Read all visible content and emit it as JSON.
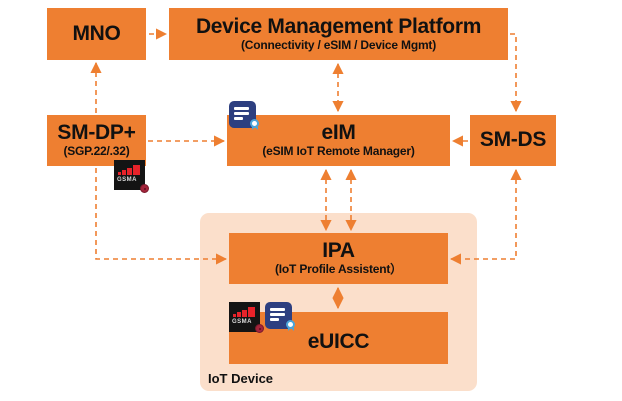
{
  "colors": {
    "box_fill": "#ee7f31",
    "arrow": "#ee7f31",
    "device_bg": "#fbdfcb",
    "cert_icon": "#2d3f80",
    "ribbon": "#4aa5d9",
    "gsma_bg": "#141414",
    "gsma_red": "#e8232a"
  },
  "nodes": {
    "mno": {
      "title": "MNO"
    },
    "dmp": {
      "title": "Device Management Platform",
      "subtitle": "(Connectivity / eSIM / Device Mgmt)"
    },
    "smdp": {
      "title": "SM-DP+",
      "subtitle": "(SGP.22/.32)"
    },
    "eim": {
      "title": "eIM",
      "subtitle": "(eSIM IoT Remote Manager)"
    },
    "smds": {
      "title": "SM-DS"
    },
    "ipa": {
      "title": "IPA",
      "subtitle": "(IoT Profile Assistent）"
    },
    "euicc": {
      "title": "eUICC"
    }
  },
  "container": {
    "label": "IoT Device"
  },
  "badges": {
    "gsma_text": "GSMA"
  },
  "edges": [
    {
      "from": "mno",
      "to": "dmp",
      "style": "dashed",
      "direction": "forward"
    },
    {
      "from": "smdp",
      "to": "mno",
      "style": "dashed",
      "direction": "forward"
    },
    {
      "from": "dmp",
      "to": "eim",
      "style": "dashed",
      "direction": "both"
    },
    {
      "from": "dmp",
      "to": "smds",
      "style": "dashed",
      "direction": "forward"
    },
    {
      "from": "smdp",
      "to": "eim",
      "style": "dashed",
      "direction": "forward"
    },
    {
      "from": "smds",
      "to": "eim",
      "style": "dashed",
      "direction": "forward"
    },
    {
      "from": "eim",
      "to": "ipa",
      "style": "dashed",
      "direction": "both"
    },
    {
      "from": "eim",
      "to": "ipa",
      "style": "dashed",
      "direction": "both"
    },
    {
      "from": "smdp",
      "to": "ipa",
      "style": "dashed",
      "direction": "forward"
    },
    {
      "from": "smds",
      "to": "ipa",
      "style": "dashed",
      "direction": "both"
    },
    {
      "from": "ipa",
      "to": "euicc",
      "style": "dashed",
      "direction": "both"
    }
  ]
}
